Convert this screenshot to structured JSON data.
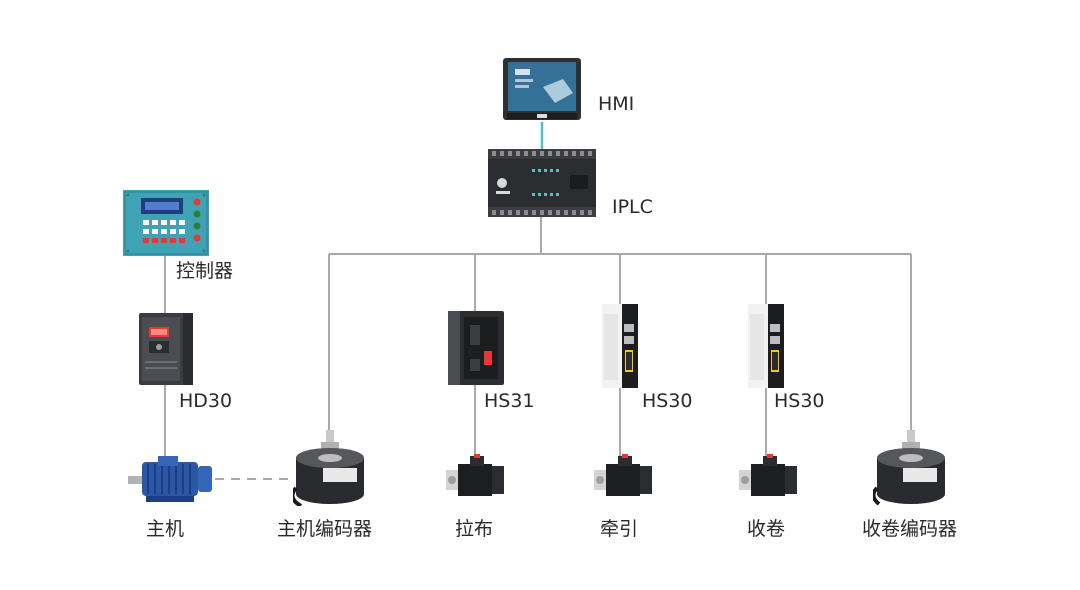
{
  "labels": {
    "hmi": "HMI",
    "iplc": "IPLC",
    "controller": "控制器",
    "hd30": "HD30",
    "hs31": "HS31",
    "hs30_a": "HS30",
    "hs30_b": "HS30",
    "main_motor": "主机",
    "main_encoder": "主机编码器",
    "cloth_pull": "拉布",
    "traction": "牵引",
    "winding": "收卷",
    "winding_encoder": "收卷编码器"
  },
  "colors": {
    "bus_line": "#a9a9a9",
    "hmi_link": "#4fc3c0",
    "dashed_link": "#a9a9a9",
    "motor_blue": "#2b57a6",
    "controller_teal": "#3fa3b5"
  },
  "icons": {
    "hmi": "touch-panel",
    "iplc": "plc-module",
    "controller": "control-cabinet-panel",
    "hd30": "frequency-inverter",
    "hs31": "servo-drive",
    "hs30": "servo-drive",
    "main_motor": "induction-motor",
    "encoder": "rotary-encoder",
    "servo_motor": "servo-motor"
  }
}
